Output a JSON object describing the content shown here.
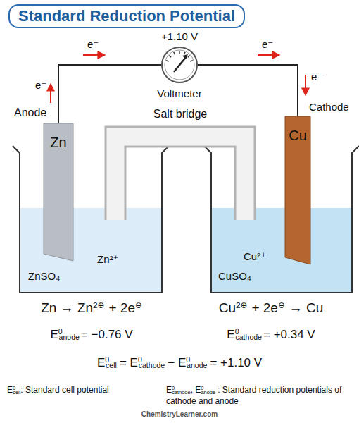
{
  "diagram": {
    "title": "Standard Reduction Potential",
    "nodes": [
      {
        "text": [
          "+1.10 V",
          "Voltmeter"
        ]
      },
      {
        "text": [
          "ZnSO₄",
          "Zn²⁺"
        ]
      },
      {
        "text": [
          "Zn",
          "Anode"
        ],
        "in": 1
      },
      {
        "text": [
          "CuSO₄",
          "Cu²⁺"
        ]
      },
      {
        "text": [
          "Cu",
          "Cathode"
        ],
        "in": 3
      },
      {
        "text": [
          "Salt bridge"
        ]
      }
    ],
    "edges": [
      {
        "from": 2,
        "to": 0,
        "arrow": "none"
      },
      {
        "from": 0,
        "to": 4,
        "arrow": "none"
      }
    ],
    "labels": [
      "e⁻",
      "e⁻",
      "e⁻",
      "e⁻",
      "Zn → Zn",
      "2⊕",
      "+ 2e",
      "⊖",
      "Cu",
      "2⊕",
      "+ 2e",
      "⊖",
      "→ Cu",
      "E",
      "0",
      "anode",
      "= −0.76 V",
      "E",
      "0",
      "cathode",
      "= +0.34 V",
      "E",
      "0",
      "cell",
      "= E",
      "0",
      "cathode",
      "− E",
      "0",
      "anode",
      "= +1.10 V",
      "E",
      "0",
      "cell",
      ": Standard cell potential",
      "E",
      "0",
      "cathode",
      ", E",
      "0",
      "anode",
      ": Standard reduction potentials of cathode and anode",
      "ChemistryLearner.com"
    ]
  }
}
